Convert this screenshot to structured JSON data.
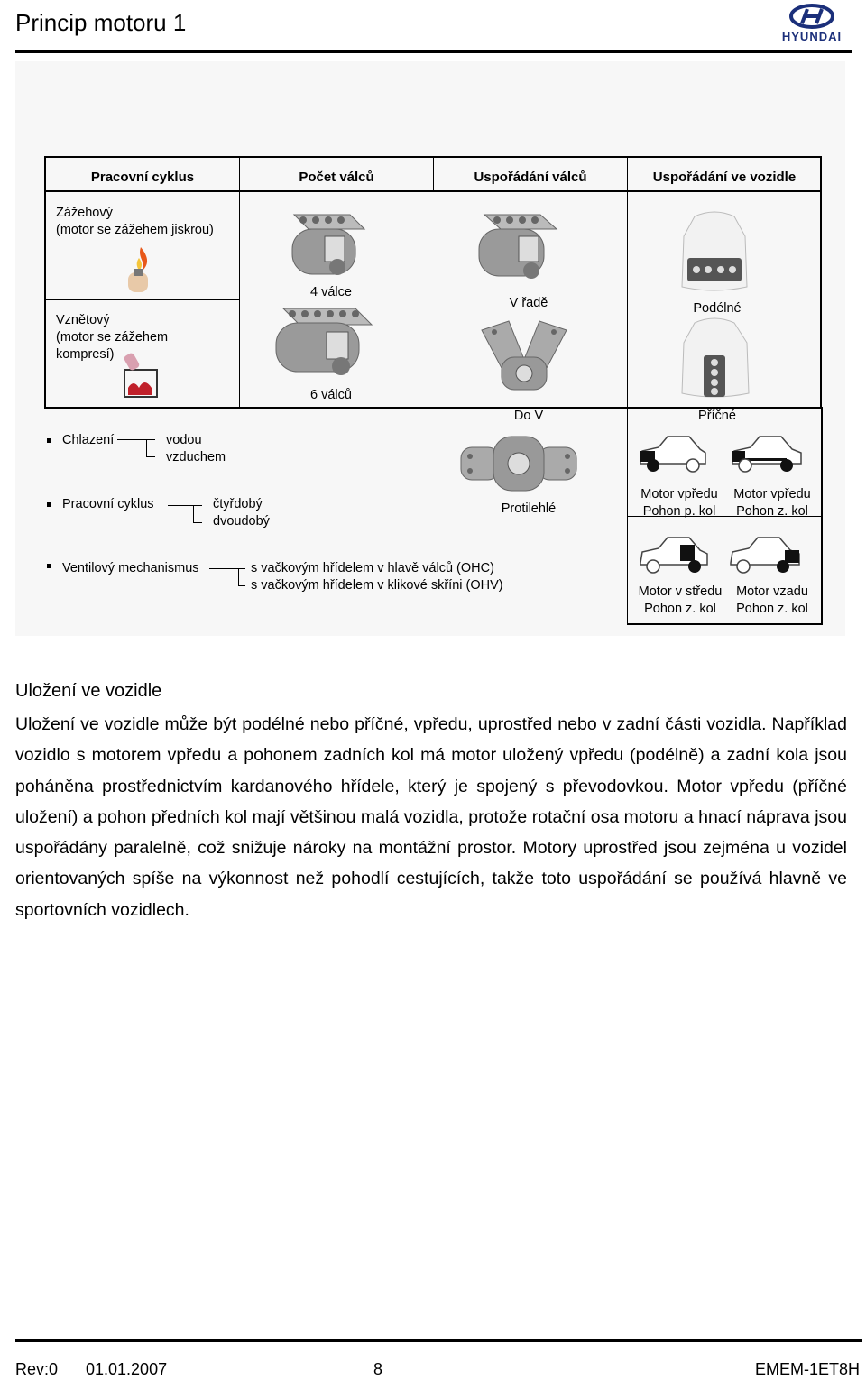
{
  "header": {
    "title": "Princip motoru 1",
    "brand": "HYUNDAI"
  },
  "table": {
    "headers": [
      "Pracovní cyklus",
      "Počet válců",
      "Uspořádání válců",
      "Uspořádání ve vozidle"
    ],
    "cycle": {
      "spark": {
        "line1": "Zážehový",
        "line2": "(motor se zážehem jiskrou)"
      },
      "compression": {
        "line1": "Vznětový",
        "line2": "(motor se zážehem",
        "line3": "kompresí)"
      }
    },
    "cylinders": {
      "four": "4 válce",
      "six": "6 válců"
    },
    "arrangement": {
      "inline": "V řadě",
      "vee": "Do V",
      "boxer": "Protilehlé"
    },
    "placement": {
      "longitudinal": "Podélné",
      "transverse": "Příčné",
      "front_fwd": {
        "line1": "Motor vpředu",
        "line2": "Pohon p. kol"
      },
      "front_rwd": {
        "line1": "Motor vpředu",
        "line2": "Pohon z. kol"
      },
      "mid_rwd": {
        "line1": "Motor v středu",
        "line2": "Pohon z. kol"
      },
      "rear_rwd": {
        "line1": "Motor vzadu",
        "line2": "Pohon z. kol"
      }
    }
  },
  "classifications": {
    "cooling": {
      "label": "Chlazení",
      "options": [
        "vodou",
        "vzduchem"
      ]
    },
    "cycle": {
      "label": "Pracovní cyklus",
      "options": [
        "čtyřdobý",
        "dvoudobý"
      ]
    },
    "valvetrain": {
      "label": "Ventilový mechanismus",
      "options": [
        "s vačkovým hřídelem v hlavě válců (OHC)",
        "s vačkovým hřídelem v klikové skříni (OHV)"
      ]
    }
  },
  "section": {
    "heading": "Uložení ve vozidle",
    "paragraph": "Uložení ve vozidle může být podélné nebo příčné, vpředu, uprostřed nebo v zadní části vozidla. Například vozidlo s motorem vpředu a pohonem zadních kol má motor uložený vpředu (podélně) a zadní kola jsou poháněna prostřednictvím kardanového hřídele, který je spojený s převodovkou. Motor vpředu (příčné uložení) a pohon předních kol mají většinou malá vozidla, protože rotační osa motoru a hnací náprava jsou uspořádány paralelně, což snižuje nároky na montážní prostor. Motory uprostřed jsou zejména u vozidel orientovaných spíše na výkonnost než pohodlí cestujících, takže toto uspořádání se používá hlavně ve sportovních vozidlech."
  },
  "footer": {
    "rev": "Rev:0",
    "date": "01.01.2007",
    "page": "8",
    "code": "EMEM-1ET8H"
  },
  "colors": {
    "brand": "#1b2f7a",
    "engine": "#8a8a8a",
    "flame": "#e8581a"
  }
}
